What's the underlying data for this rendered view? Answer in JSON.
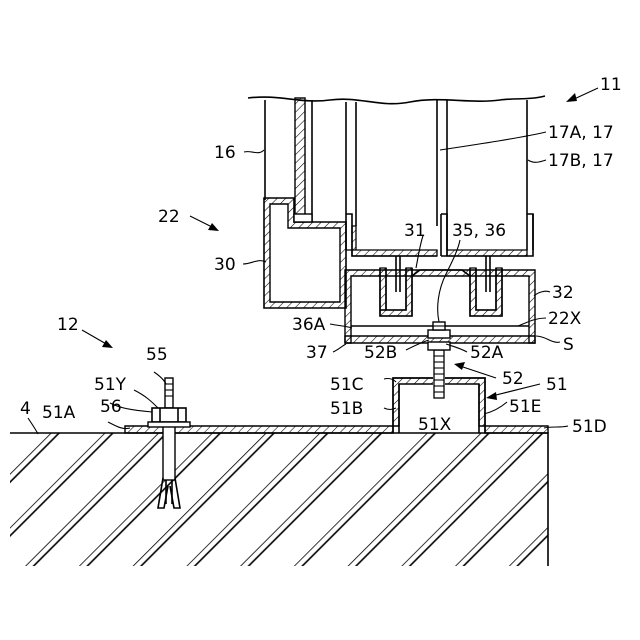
{
  "labels": {
    "l11": "11",
    "l16": "16",
    "l17a": "17A, 17",
    "l17b": "17B, 17",
    "l22": "22",
    "l30": "30",
    "l31": "31",
    "l3536": "35, 36",
    "l32": "32",
    "l22x": "22X",
    "l36a": "36A",
    "lS": "S",
    "l37": "37",
    "l52b": "52B",
    "l52a": "52A",
    "l12": "12",
    "l55": "55",
    "l52": "52",
    "l51": "51",
    "l51y": "51Y",
    "l51c": "51C",
    "l56": "56",
    "l4": "4",
    "l51a": "51A",
    "l51b": "51B",
    "l51e": "51E",
    "l51d": "51D",
    "l51x": "51X"
  }
}
